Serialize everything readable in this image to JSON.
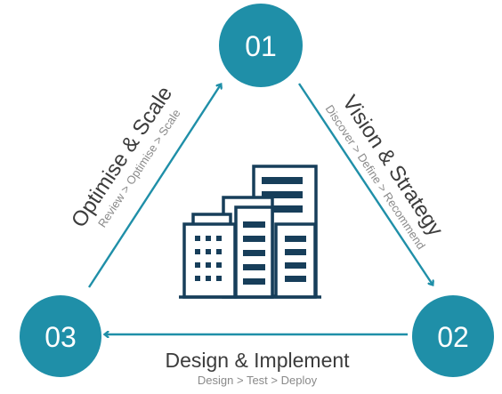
{
  "colors": {
    "teal": "#1F8FA8",
    "navy": "#173E5A",
    "text_dark": "#3C3C3C",
    "text_gray": "#8A8A8A",
    "node_text": "#FFFFFF"
  },
  "nodes": [
    {
      "id": "01",
      "label": "01"
    },
    {
      "id": "02",
      "label": "02"
    },
    {
      "id": "03",
      "label": "03"
    }
  ],
  "stages": {
    "vision": {
      "title": "Vision & Strategy",
      "steps": "Discover > Define > Recommend"
    },
    "design": {
      "title": "Design & Implement",
      "steps": "Design > Test > Deploy"
    },
    "optimise": {
      "title": "Optimise & Scale",
      "steps": "Review > Optimise > Scale"
    }
  },
  "center_icon": "office-buildings-icon"
}
